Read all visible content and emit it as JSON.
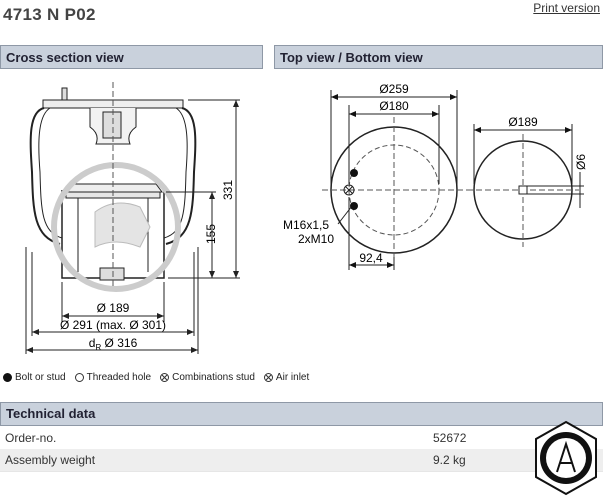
{
  "header": {
    "product_code": "4713 N P02",
    "print_link": "Print version"
  },
  "panels": {
    "cross_section_title": "Cross section view",
    "top_bottom_title": "Top view / Bottom view"
  },
  "cross_section": {
    "dim_height_total": "331",
    "dim_height_piston": "155",
    "dim_piston_dia": "Ø 189",
    "dim_bellow_dia": "Ø 291 (max. Ø 301)",
    "dim_outer_prefix": "d",
    "dim_outer_sub": "R",
    "dim_outer_value": " Ø 316"
  },
  "top_view": {
    "dim_outer": "Ø259",
    "dim_inner": "Ø180",
    "dim_offset": "92,4",
    "stud_label_1": "M16x1,5",
    "stud_label_2": "2xM10"
  },
  "bottom_view": {
    "dim_dia": "Ø189",
    "dim_hole": "Ø6"
  },
  "legend": {
    "bolt_or_stud": "Bolt or stud",
    "threaded_hole": "Threaded hole",
    "combinations_stud": "Combinations stud",
    "air_inlet": "Air inlet"
  },
  "technical": {
    "title": "Technical data",
    "rows": [
      {
        "label": "Order-no.",
        "value": "52672"
      },
      {
        "label": "Assembly weight",
        "value": "9.2 kg"
      }
    ]
  },
  "colors": {
    "panel_header_bg": "#c9d1dc",
    "panel_header_border": "#8e98a6",
    "row_alt_bg": "#eeeeee"
  }
}
